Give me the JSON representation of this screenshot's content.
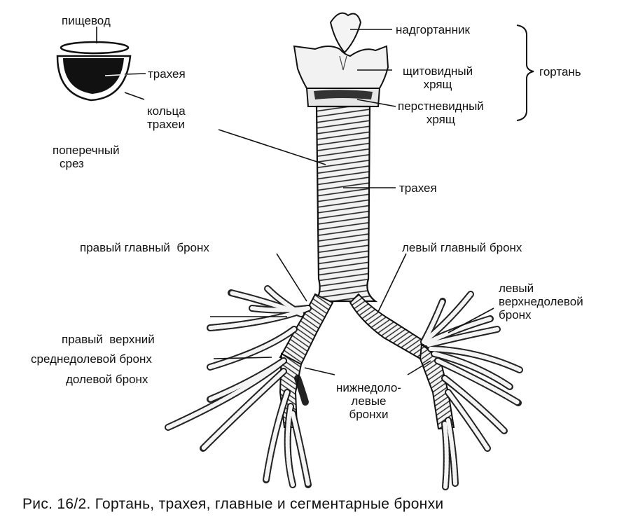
{
  "labels": {
    "esophagus": "пищевод",
    "section_trachea": "трахея",
    "tracheal_rings": [
      "кольца",
      "трахеи"
    ],
    "cross_section": [
      "поперечный",
      "срез"
    ],
    "epiglottis": "надгортанник",
    "thyroid_cartilage": [
      "щитовидный",
      "хрящ"
    ],
    "cricoid_cartilage": [
      "перстневидный",
      "хрящ"
    ],
    "larynx": "гортань",
    "trachea": "трахея",
    "right_main_bronchus": "правый главный  бронх",
    "left_main_bronchus": "левый главный бронх",
    "right_upper_lobe_bronchus": [
      "правый  верхний",
      "долевой бронх"
    ],
    "left_upper_lobe_bronchus": [
      "левый",
      "верхнедолевой",
      "бронх"
    ],
    "middle_lobe_bronchus": "среднедолевой бронх",
    "lower_lobe_bronchi": [
      "нижнедоло-",
      "левые",
      "бронхи"
    ]
  },
  "caption": "Рис. 16/2. Гортань, трахея, главные и сегментарные бронхи"
}
